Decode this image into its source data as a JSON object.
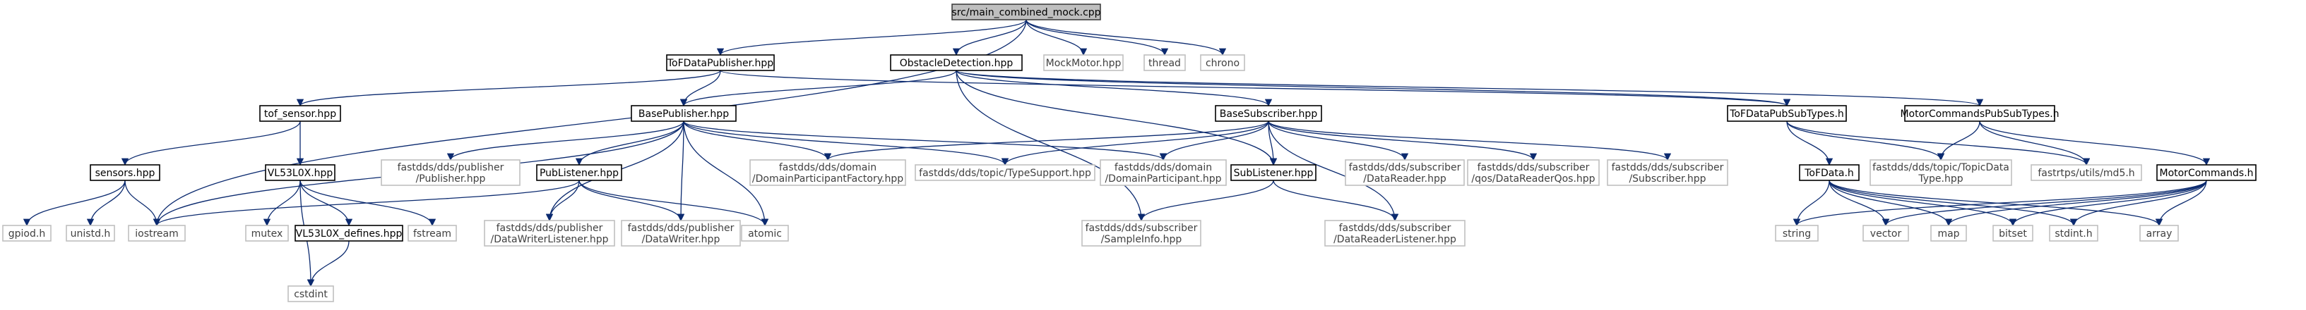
{
  "graph": {
    "nodes": [
      {
        "id": "main",
        "lines": [
          "src/main_combined_mock.cpp"
        ],
        "kind": "root"
      },
      {
        "id": "tofpub",
        "lines": [
          "ToFDataPublisher.hpp"
        ],
        "kind": "project"
      },
      {
        "id": "obstacle",
        "lines": [
          "ObstacleDetection.hpp"
        ],
        "kind": "project"
      },
      {
        "id": "mockmotor",
        "lines": [
          "MockMotor.hpp"
        ],
        "kind": "external"
      },
      {
        "id": "thread",
        "lines": [
          "thread"
        ],
        "kind": "external"
      },
      {
        "id": "chrono",
        "lines": [
          "chrono"
        ],
        "kind": "external"
      },
      {
        "id": "tofsensor",
        "lines": [
          "tof_sensor.hpp"
        ],
        "kind": "project"
      },
      {
        "id": "basepub",
        "lines": [
          "BasePublisher.hpp"
        ],
        "kind": "project"
      },
      {
        "id": "basesub",
        "lines": [
          "BaseSubscriber.hpp"
        ],
        "kind": "project"
      },
      {
        "id": "tofpubsub",
        "lines": [
          "ToFDataPubSubTypes.h"
        ],
        "kind": "project"
      },
      {
        "id": "motorpubsub",
        "lines": [
          "MotorCommandsPubSubTypes.h"
        ],
        "kind": "project"
      },
      {
        "id": "sensors",
        "lines": [
          "sensors.hpp"
        ],
        "kind": "project"
      },
      {
        "id": "vl53l0x",
        "lines": [
          "VL53L0X.hpp"
        ],
        "kind": "project"
      },
      {
        "id": "publisherhpp",
        "lines": [
          "fastdds/dds/publisher",
          "/Publisher.hpp"
        ],
        "kind": "external"
      },
      {
        "id": "publistener",
        "lines": [
          "PubListener.hpp"
        ],
        "kind": "project"
      },
      {
        "id": "dpfactory",
        "lines": [
          "fastdds/dds/domain",
          "/DomainParticipantFactory.hpp"
        ],
        "kind": "external"
      },
      {
        "id": "typesupport",
        "lines": [
          "fastdds/dds/topic/TypeSupport.hpp"
        ],
        "kind": "external"
      },
      {
        "id": "domainpart",
        "lines": [
          "fastdds/dds/domain",
          "/DomainParticipant.hpp"
        ],
        "kind": "external"
      },
      {
        "id": "sublistener",
        "lines": [
          "SubListener.hpp"
        ],
        "kind": "project"
      },
      {
        "id": "datareader",
        "lines": [
          "fastdds/dds/subscriber",
          "/DataReader.hpp"
        ],
        "kind": "external"
      },
      {
        "id": "datareaderqos",
        "lines": [
          "fastdds/dds/subscriber",
          "/qos/DataReaderQos.hpp"
        ],
        "kind": "external"
      },
      {
        "id": "subscriberhpp",
        "lines": [
          "fastdds/dds/subscriber",
          "/Subscriber.hpp"
        ],
        "kind": "external"
      },
      {
        "id": "tofdata",
        "lines": [
          "ToFData.h"
        ],
        "kind": "project"
      },
      {
        "id": "topicdatatype",
        "lines": [
          "fastdds/dds/topic/TopicData",
          "Type.hpp"
        ],
        "kind": "external"
      },
      {
        "id": "md5",
        "lines": [
          "fastrtps/utils/md5.h"
        ],
        "kind": "external"
      },
      {
        "id": "motorcmds",
        "lines": [
          "MotorCommands.h"
        ],
        "kind": "project"
      },
      {
        "id": "gpiod",
        "lines": [
          "gpiod.h"
        ],
        "kind": "external"
      },
      {
        "id": "unistd",
        "lines": [
          "unistd.h"
        ],
        "kind": "external"
      },
      {
        "id": "iostream",
        "lines": [
          "iostream"
        ],
        "kind": "external"
      },
      {
        "id": "mutex",
        "lines": [
          "mutex"
        ],
        "kind": "external"
      },
      {
        "id": "vldefines",
        "lines": [
          "VL53L0X_defines.hpp"
        ],
        "kind": "project"
      },
      {
        "id": "fstream",
        "lines": [
          "fstream"
        ],
        "kind": "external"
      },
      {
        "id": "dwlistener",
        "lines": [
          "fastdds/dds/publisher",
          "/DataWriterListener.hpp"
        ],
        "kind": "external"
      },
      {
        "id": "datawriter",
        "lines": [
          "fastdds/dds/publisher",
          "/DataWriter.hpp"
        ],
        "kind": "external"
      },
      {
        "id": "atomic",
        "lines": [
          "atomic"
        ],
        "kind": "external"
      },
      {
        "id": "sampleinfo",
        "lines": [
          "fastdds/dds/subscriber",
          "/SampleInfo.hpp"
        ],
        "kind": "external"
      },
      {
        "id": "drlistener",
        "lines": [
          "fastdds/dds/subscriber",
          "/DataReaderListener.hpp"
        ],
        "kind": "external"
      },
      {
        "id": "string",
        "lines": [
          "string"
        ],
        "kind": "external"
      },
      {
        "id": "vector",
        "lines": [
          "vector"
        ],
        "kind": "external"
      },
      {
        "id": "map",
        "lines": [
          "map"
        ],
        "kind": "external"
      },
      {
        "id": "bitset",
        "lines": [
          "bitset"
        ],
        "kind": "external"
      },
      {
        "id": "stdint",
        "lines": [
          "stdint.h"
        ],
        "kind": "external"
      },
      {
        "id": "array",
        "lines": [
          "array"
        ],
        "kind": "external"
      },
      {
        "id": "cstdint",
        "lines": [
          "cstdint"
        ],
        "kind": "external"
      }
    ],
    "edges": [
      [
        "main",
        "tofpub"
      ],
      [
        "main",
        "obstacle"
      ],
      [
        "main",
        "mockmotor"
      ],
      [
        "main",
        "thread"
      ],
      [
        "main",
        "chrono"
      ],
      [
        "main",
        "iostream"
      ],
      [
        "tofpub",
        "tofsensor"
      ],
      [
        "tofpub",
        "basepub"
      ],
      [
        "tofpub",
        "tofpubsub"
      ],
      [
        "obstacle",
        "basepub"
      ],
      [
        "obstacle",
        "basesub"
      ],
      [
        "obstacle",
        "tofpubsub"
      ],
      [
        "obstacle",
        "motorpubsub"
      ],
      [
        "obstacle",
        "sublistener"
      ],
      [
        "obstacle",
        "sampleinfo"
      ],
      [
        "tofsensor",
        "sensors"
      ],
      [
        "tofsensor",
        "vl53l0x"
      ],
      [
        "sensors",
        "gpiod"
      ],
      [
        "sensors",
        "unistd"
      ],
      [
        "sensors",
        "iostream"
      ],
      [
        "vl53l0x",
        "mutex"
      ],
      [
        "vl53l0x",
        "vldefines"
      ],
      [
        "vl53l0x",
        "fstream"
      ],
      [
        "vl53l0x",
        "cstdint"
      ],
      [
        "vldefines",
        "cstdint"
      ],
      [
        "basepub",
        "publisherhpp"
      ],
      [
        "basepub",
        "publistener"
      ],
      [
        "basepub",
        "dpfactory"
      ],
      [
        "basepub",
        "typesupport"
      ],
      [
        "basepub",
        "domainpart"
      ],
      [
        "basepub",
        "dwlistener"
      ],
      [
        "basepub",
        "datawriter"
      ],
      [
        "basepub",
        "atomic"
      ],
      [
        "basepub",
        "iostream"
      ],
      [
        "publistener",
        "dwlistener"
      ],
      [
        "publistener",
        "datawriter"
      ],
      [
        "publistener",
        "atomic"
      ],
      [
        "publistener",
        "iostream"
      ],
      [
        "basesub",
        "dpfactory"
      ],
      [
        "basesub",
        "typesupport"
      ],
      [
        "basesub",
        "domainpart"
      ],
      [
        "basesub",
        "sublistener"
      ],
      [
        "basesub",
        "datareader"
      ],
      [
        "basesub",
        "datareaderqos"
      ],
      [
        "basesub",
        "subscriberhpp"
      ],
      [
        "basesub",
        "drlistener"
      ],
      [
        "sublistener",
        "sampleinfo"
      ],
      [
        "sublistener",
        "drlistener"
      ],
      [
        "tofpubsub",
        "tofdata"
      ],
      [
        "tofpubsub",
        "topicdatatype"
      ],
      [
        "tofpubsub",
        "md5"
      ],
      [
        "motorpubsub",
        "topicdatatype"
      ],
      [
        "motorpubsub",
        "md5"
      ],
      [
        "motorpubsub",
        "motorcmds"
      ],
      [
        "tofdata",
        "string"
      ],
      [
        "tofdata",
        "vector"
      ],
      [
        "tofdata",
        "map"
      ],
      [
        "tofdata",
        "bitset"
      ],
      [
        "tofdata",
        "stdint"
      ],
      [
        "tofdata",
        "array"
      ],
      [
        "motorcmds",
        "string"
      ],
      [
        "motorcmds",
        "vector"
      ],
      [
        "motorcmds",
        "map"
      ],
      [
        "motorcmds",
        "bitset"
      ],
      [
        "motorcmds",
        "stdint"
      ],
      [
        "motorcmds",
        "array"
      ]
    ]
  }
}
